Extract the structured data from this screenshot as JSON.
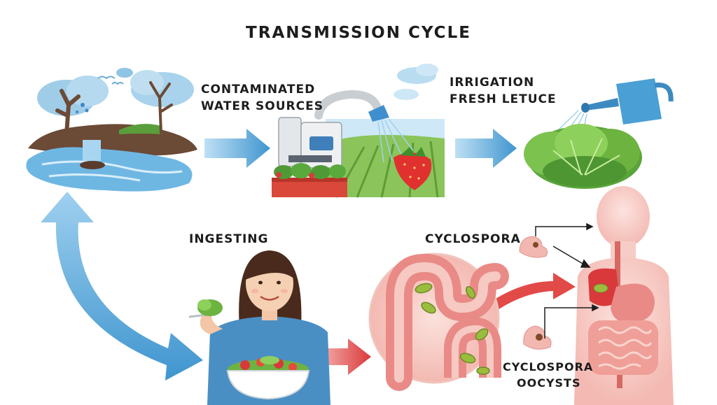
{
  "diagram": {
    "title": "TRANSMISSION CYCLE",
    "labels": {
      "water_line1": "CONTAMINATED",
      "water_line2": "WATER SOURCES",
      "irrigation_line1": "IRRIGATION",
      "irrigation_line2": "FRESH LETUCE",
      "ingesting": "INGESTING",
      "cyclospora": "CYCLOSPORA",
      "oocysts_line1": "CYCLOSPORA",
      "oocysts_line2": "OOCYSTS"
    },
    "colors": {
      "flow_arrow_blue": "#4a9fd4",
      "flow_arrow_red": "#d9393b",
      "water": "#6fb7e3",
      "lettuce": "#6db33f",
      "body_pink": "#f4c3bd",
      "intestine": "#e98a86"
    },
    "icons": [
      "tree-icon",
      "cloud-icon",
      "water-pond-icon",
      "greenhouse-machine-icon",
      "sprinkler-icon",
      "strawberry-icon",
      "watering-can-icon",
      "lettuce-icon",
      "woman-eating-salad-icon",
      "intestine-magnified-icon",
      "human-body-digestive-icon",
      "stool-icon"
    ]
  }
}
